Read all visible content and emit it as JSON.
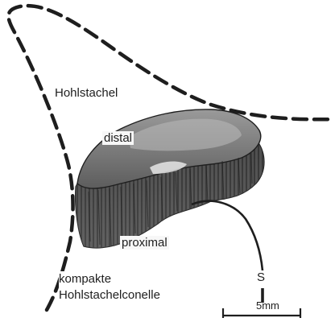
{
  "labels": {
    "hohlstachel": "Hohlstachel",
    "distal": "distal",
    "proximal": "proximal",
    "kompakte_line1": "kompakte",
    "kompakte_line2": "Hohlstachelconelle",
    "s_marker": "S",
    "scale": "5mm"
  },
  "colors": {
    "ink": "#1e1e1e",
    "shading_dark": "#4a4a4a",
    "shading_mid": "#8a8a8a",
    "shading_light": "#c9c9c9"
  }
}
